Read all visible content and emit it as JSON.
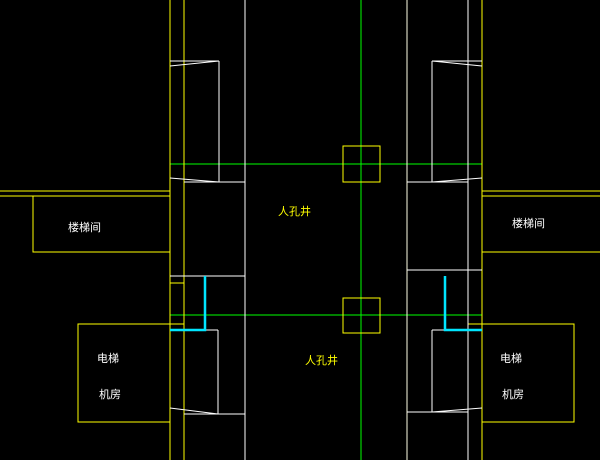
{
  "drawing": {
    "colors": {
      "background": "#000000",
      "wall_yellow": "#ffff00",
      "wall_white": "#ffffff",
      "grid_green": "#00ff00",
      "accent_cyan": "#00e5ff"
    },
    "labels": {
      "stair_room_left": "楼梯间",
      "stair_room_right": "楼梯间",
      "manhole_upper": "人孔井",
      "manhole_lower": "人孔井",
      "elevator_left_line1": "电梯",
      "elevator_left_line2": "机房",
      "elevator_right_line1": "电梯",
      "elevator_right_line2": "机房"
    }
  }
}
